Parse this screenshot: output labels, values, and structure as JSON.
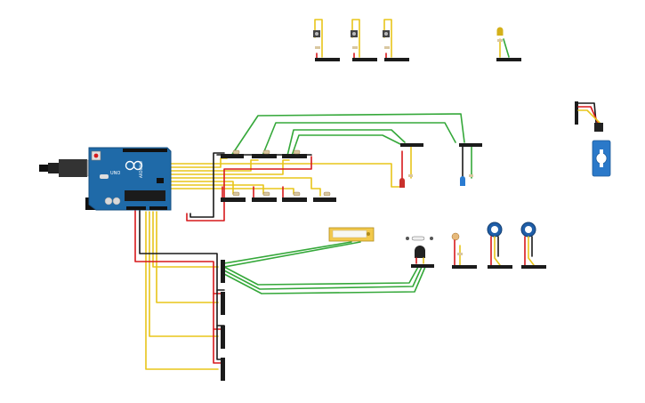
{
  "colors": {
    "wire_red": "#d7191c",
    "wire_black": "#1a1a1a",
    "wire_yellow": "#e8c51a",
    "wire_green": "#35a83a",
    "board_blue": "#1f6aa8",
    "header_black": "#1b1b1b",
    "lcd_yellow": "#f2c94c",
    "servo_blue": "#2b79c9",
    "led_red": "#c9302c",
    "led_blue": "#2a7bd1",
    "led_yellow": "#d4b01a",
    "pot_blue": "#1f5ea8"
  },
  "board": {
    "label_arduino": "ARDUINO",
    "label_uno": "UNO",
    "icon": "infinity-logo-icon",
    "usb_icon": "usb-connector-icon",
    "power_jack_icon": "dc-power-jack-icon"
  },
  "components": {
    "pushbuttons": 3,
    "top_led_color": "yellow",
    "lcd_icon": "lcd-display-icon",
    "servo_icon": "servo-motor-icon",
    "transistor_icon": "npn-transistor-icon",
    "photoresistor_icon": "photoresistor-icon",
    "potentiometer_icon": "potentiometer-icon",
    "led_icons": [
      "red-led-icon",
      "blue-led-icon",
      "yellow-led-icon"
    ],
    "tilt_sensor_icon": "tilt-switch-icon"
  }
}
